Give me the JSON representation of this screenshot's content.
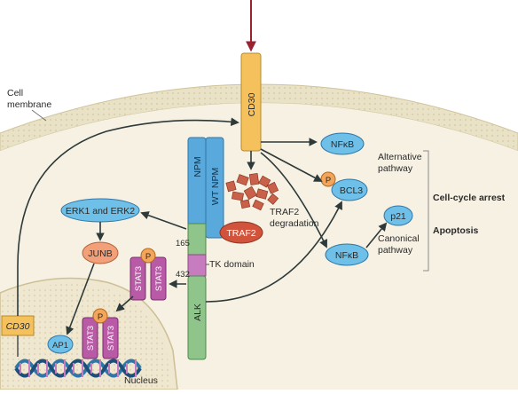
{
  "labels": {
    "cell_membrane_line1": "Cell",
    "cell_membrane_line2": "membrane",
    "nucleus": "Nucleus",
    "cd30_receptor": "CD30",
    "cd30_gene": "CD30",
    "npm": "NPM",
    "wt_npm": "WT NPM",
    "alk": "ALK",
    "tk_domain": "TK domain",
    "residue_165": "165",
    "residue_432": "432",
    "traf2": "TRAF2",
    "traf2_degradation_line1": "TRAF2",
    "traf2_degradation_line2": "degradation",
    "nfkb_top": "NFκB",
    "nfkb_bottom": "NFκB",
    "bcl3": "BCL3",
    "p21": "p21",
    "phospho": "P",
    "alternative_pathway_line1": "Alternative",
    "alternative_pathway_line2": "pathway",
    "canonical_pathway_line1": "Canonical",
    "canonical_pathway_line2": "pathway",
    "cell_cycle_arrest": "Cell-cycle arrest",
    "apoptosis": "Apoptosis",
    "erk": "ERK1 and ERK2",
    "junb": "JUNB",
    "stat3": "STAT3",
    "ap1": "AP1"
  },
  "colors": {
    "membrane_outer": "#e9e2c6",
    "membrane_inner": "#f6f1e2",
    "nucleus_fill": "#f1ecd9",
    "cd30_yellow": "#f5c15c",
    "npm_blue": "#5aa9dc",
    "alk_green": "#8fc48a",
    "tk_purple": "#c77cbf",
    "stat_purple": "#b85aa6",
    "traf2_red": "#d2533c",
    "nfkb_blue": "#6ec0e8",
    "junb_orange": "#f2a07a",
    "phospho_orange": "#f3a65b",
    "arrow_dark": "#2e3a3a",
    "signal_red": "#9a2230"
  }
}
